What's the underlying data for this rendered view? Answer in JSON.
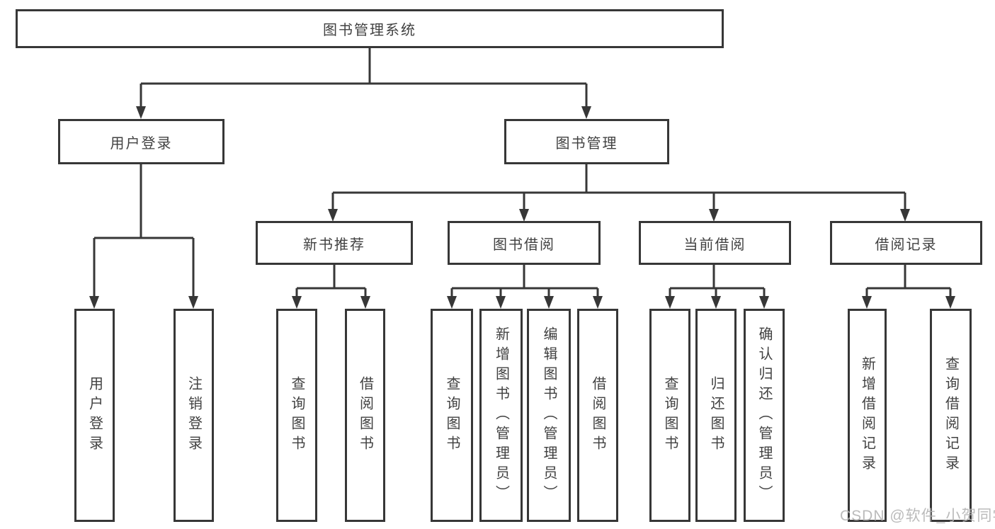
{
  "diagram_title": "图书管理系统",
  "tree": {
    "root": "图书管理系统",
    "children": [
      {
        "label": "用户登录",
        "children": [
          {
            "label": "用户登录"
          },
          {
            "label": "注销登录"
          }
        ]
      },
      {
        "label": "图书管理",
        "children": [
          {
            "label": "新书推荐",
            "children": [
              {
                "label": "查询图书"
              },
              {
                "label": "借阅图书"
              }
            ]
          },
          {
            "label": "图书借阅",
            "children": [
              {
                "label": "查询图书"
              },
              {
                "label": "新增图书（管理员）"
              },
              {
                "label": "编辑图书（管理员）"
              },
              {
                "label": "借阅图书"
              }
            ]
          },
          {
            "label": "当前借阅",
            "children": [
              {
                "label": "查询图书"
              },
              {
                "label": "归还图书"
              },
              {
                "label": "确认归还（管理员）"
              }
            ]
          },
          {
            "label": "借阅记录",
            "children": [
              {
                "label": "新增借阅记录"
              },
              {
                "label": "查询借阅记录"
              }
            ]
          }
        ]
      }
    ]
  },
  "watermark": {
    "text": "CSDN @软件_小贺同学"
  },
  "colors": {
    "line": "#373737",
    "box_border": "#373737",
    "box_text": "#414141",
    "watermark": "#b4b4b4",
    "background": "#ffffff"
  }
}
